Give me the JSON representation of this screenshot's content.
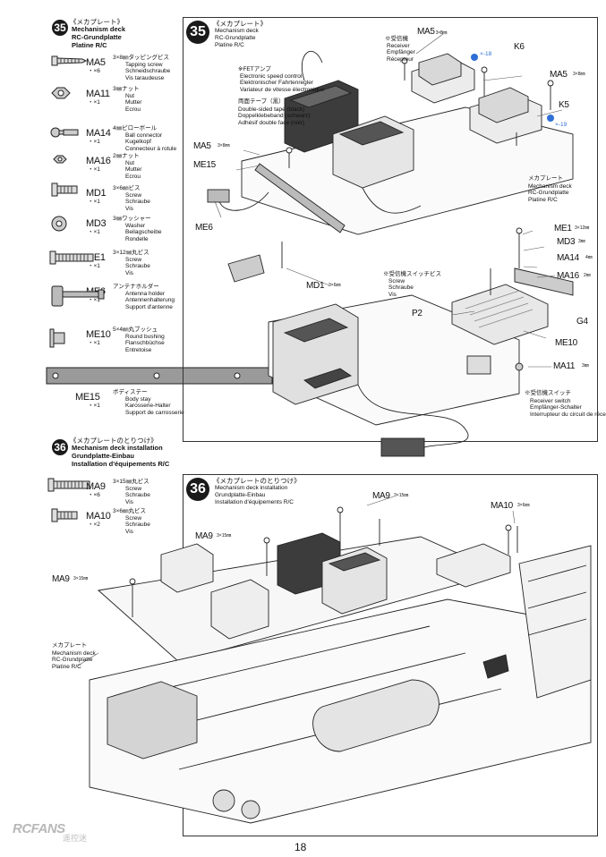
{
  "step35": {
    "number": "35",
    "title_jp": "《メカプレート》",
    "title_en": "Mechanism deck",
    "title_de": "RC-Grundplatte",
    "title_fr": "Platine R/C"
  },
  "step36": {
    "number": "36",
    "title_jp": "《メカプレートのとりつけ》",
    "title_en": "Mechanism deck installation",
    "title_de": "Grundplatte-Einbau",
    "title_fr": "Installation d'équipements R/C"
  },
  "parts35": [
    {
      "code": "MA5",
      "qty": "・×6",
      "size": "3×8㎜タッピングビス",
      "desc": [
        "Tapping screw",
        "Schneidschraube",
        "Vis taraudeuse"
      ]
    },
    {
      "code": "MA11",
      "qty": "・×1",
      "size": "3㎜ナット",
      "desc": [
        "Nut",
        "Mutter",
        "Ecrou"
      ]
    },
    {
      "code": "MA14",
      "qty": "・×1",
      "size": "4㎜ピローボール",
      "desc": [
        "Ball connector",
        "Kugelkopf",
        "Connecteur à rotule"
      ]
    },
    {
      "code": "MA16",
      "qty": "・×1",
      "size": "2㎜ナット",
      "desc": [
        "Nut",
        "Mutter",
        "Ecrou"
      ]
    },
    {
      "code": "MD1",
      "qty": "・×1",
      "size": "3×6㎜ビス",
      "desc": [
        "Screw",
        "Schraube",
        "Vis"
      ]
    },
    {
      "code": "MD3",
      "qty": "・×1",
      "size": "3㎜ワッシャー",
      "desc": [
        "Washer",
        "Beilagscheibe",
        "Rondelle"
      ]
    },
    {
      "code": "ME1",
      "qty": "・×1",
      "size": "3×12㎜丸ビス",
      "desc": [
        "Screw",
        "Schraube",
        "Vis"
      ]
    },
    {
      "code": "ME6",
      "qty": "・×1",
      "size": "アンテナホルダー",
      "desc": [
        "Antenna holder",
        "Antennenhalterung",
        "Support d'antenne"
      ]
    },
    {
      "code": "ME10",
      "qty": "・×1",
      "size": "5×4㎜丸ブッシュ",
      "desc": [
        "Round bushing",
        "Flanschbüchse",
        "Entretoise"
      ]
    },
    {
      "code": "ME15",
      "qty": "・×1",
      "size": "ボディステー",
      "desc": [
        "Body stay",
        "Karosserie-Halter",
        "Support de carrosserie"
      ]
    }
  ],
  "parts36": [
    {
      "code": "MA9",
      "qty": "・×6",
      "size": "3×15㎜丸ビス",
      "desc": [
        "Screw",
        "Schraube",
        "Vis"
      ]
    },
    {
      "code": "MA10",
      "qty": "・×2",
      "size": "3×6㎜丸ビス",
      "desc": [
        "Screw",
        "Schraube",
        "Vis"
      ]
    }
  ],
  "diagram35": {
    "title_jp": "《メカプレート》",
    "title_en": "Mechanism deck",
    "title_de": "RC-Grundplatte",
    "title_fr": "Platine R/C",
    "receiver_jp": "※受信機",
    "receiver": [
      "Receiver",
      "Empfänger",
      "Récepteur"
    ],
    "fet_jp": "※FETアンプ",
    "fet": [
      "Electronic speed control",
      "Elektronischer Fahrtenregler",
      "Variateur de vitesse électronique"
    ],
    "tape_jp": "両面テープ（黒）",
    "tape": [
      "Double-sided tape (black)",
      "Doppelklebeband (schwarz)",
      "Adhésif double face (noir)"
    ],
    "deck_jp": "メカプレート",
    "deck": [
      "Mechanism deck",
      "RC-Grundplatte",
      "Platine R/C"
    ],
    "switch_screw_jp": "※受信機スイッチビス",
    "switch_screw": [
      "Screw",
      "Schraube",
      "Vis"
    ],
    "switch_jp": "※受信機スイッチ",
    "switch": [
      "Receiver switch",
      "Empfänger-Schalter",
      "Interrupteur du circuit de réception"
    ],
    "labels": {
      "ma5a": "MA5",
      "ma5a_size": "3×8㎜",
      "k6": "K6",
      "x18": "×-18",
      "ma5b": "MA5",
      "ma5b_size": "3×8㎜",
      "k5": "K5",
      "x19": "×-19",
      "ma5c": "MA5",
      "ma5c_size": "3×8㎜",
      "me15": "ME15",
      "me6": "ME6",
      "md1": "MD1",
      "md1_size": "3×6㎜",
      "me1": "ME1",
      "me1_size": "3×12㎜",
      "md3": "MD3",
      "md3_size": "3㎜",
      "ma14": "MA14",
      "ma14_size": "4㎜",
      "ma16": "MA16",
      "ma16_size": "2㎜",
      "p2": "P2",
      "g4": "G4",
      "me10": "ME10",
      "ma11": "MA11",
      "ma11_size": "3㎜"
    }
  },
  "diagram36": {
    "title_jp": "《メカプレートのとりつけ》",
    "title_en": "Mechanism deck installation",
    "title_de": "Grundplatte-Einbau",
    "title_fr": "Installation d'équipements R/C",
    "ma9a": "MA9",
    "ma9a_size": "3×15㎜",
    "ma9b": "MA9",
    "ma9b_size": "3×15㎜",
    "ma9c": "MA9",
    "ma9c_size": "3×15㎜",
    "ma10": "MA10",
    "ma10_size": "3×6㎜",
    "deck_jp": "メカプレート",
    "deck": [
      "Mechanism deck",
      "RC-Grundplatte",
      "Platine R/C"
    ]
  },
  "watermark": {
    "brand": "RCFANS",
    "cn": "遥控迷"
  },
  "page_number": "18"
}
